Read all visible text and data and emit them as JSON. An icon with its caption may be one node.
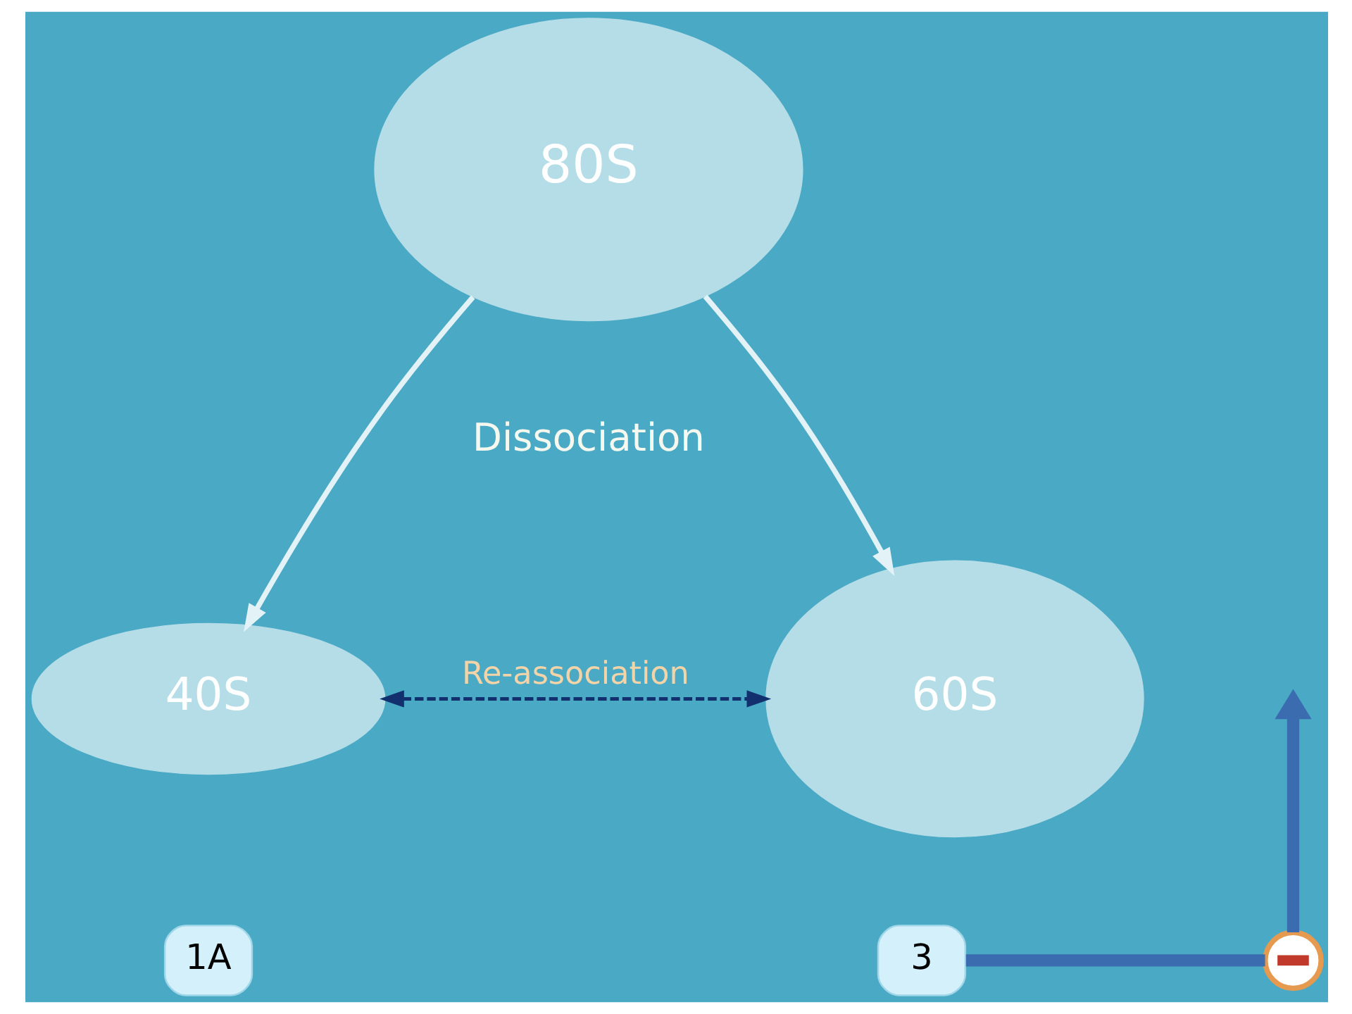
{
  "diagram": {
    "nodes": [
      {
        "text": [
          "80S"
        ]
      },
      {
        "text": [
          "40S"
        ]
      },
      {
        "text": [
          "60S"
        ]
      },
      {
        "text": [
          "1A"
        ]
      },
      {
        "text": [
          "3"
        ]
      },
      {
        "text": [],
        "shape": "circle"
      }
    ],
    "edges": [
      {
        "from": 0,
        "to": 1,
        "arrow": "to"
      },
      {
        "from": 0,
        "to": 2,
        "arrow": "to"
      },
      {
        "from": 1,
        "to": 2,
        "arrow": "both",
        "label": "Re-association",
        "style": "dashed",
        "color": "#12306e"
      },
      {
        "from": 4,
        "to": 5,
        "arrow": "none",
        "style": "thick",
        "color": "#3b6cb0"
      },
      {
        "from": 5,
        "to": null,
        "arrow": "to",
        "style": "thick",
        "color": "#3b6cb0"
      }
    ],
    "labels": [
      "Dissociation"
    ]
  }
}
